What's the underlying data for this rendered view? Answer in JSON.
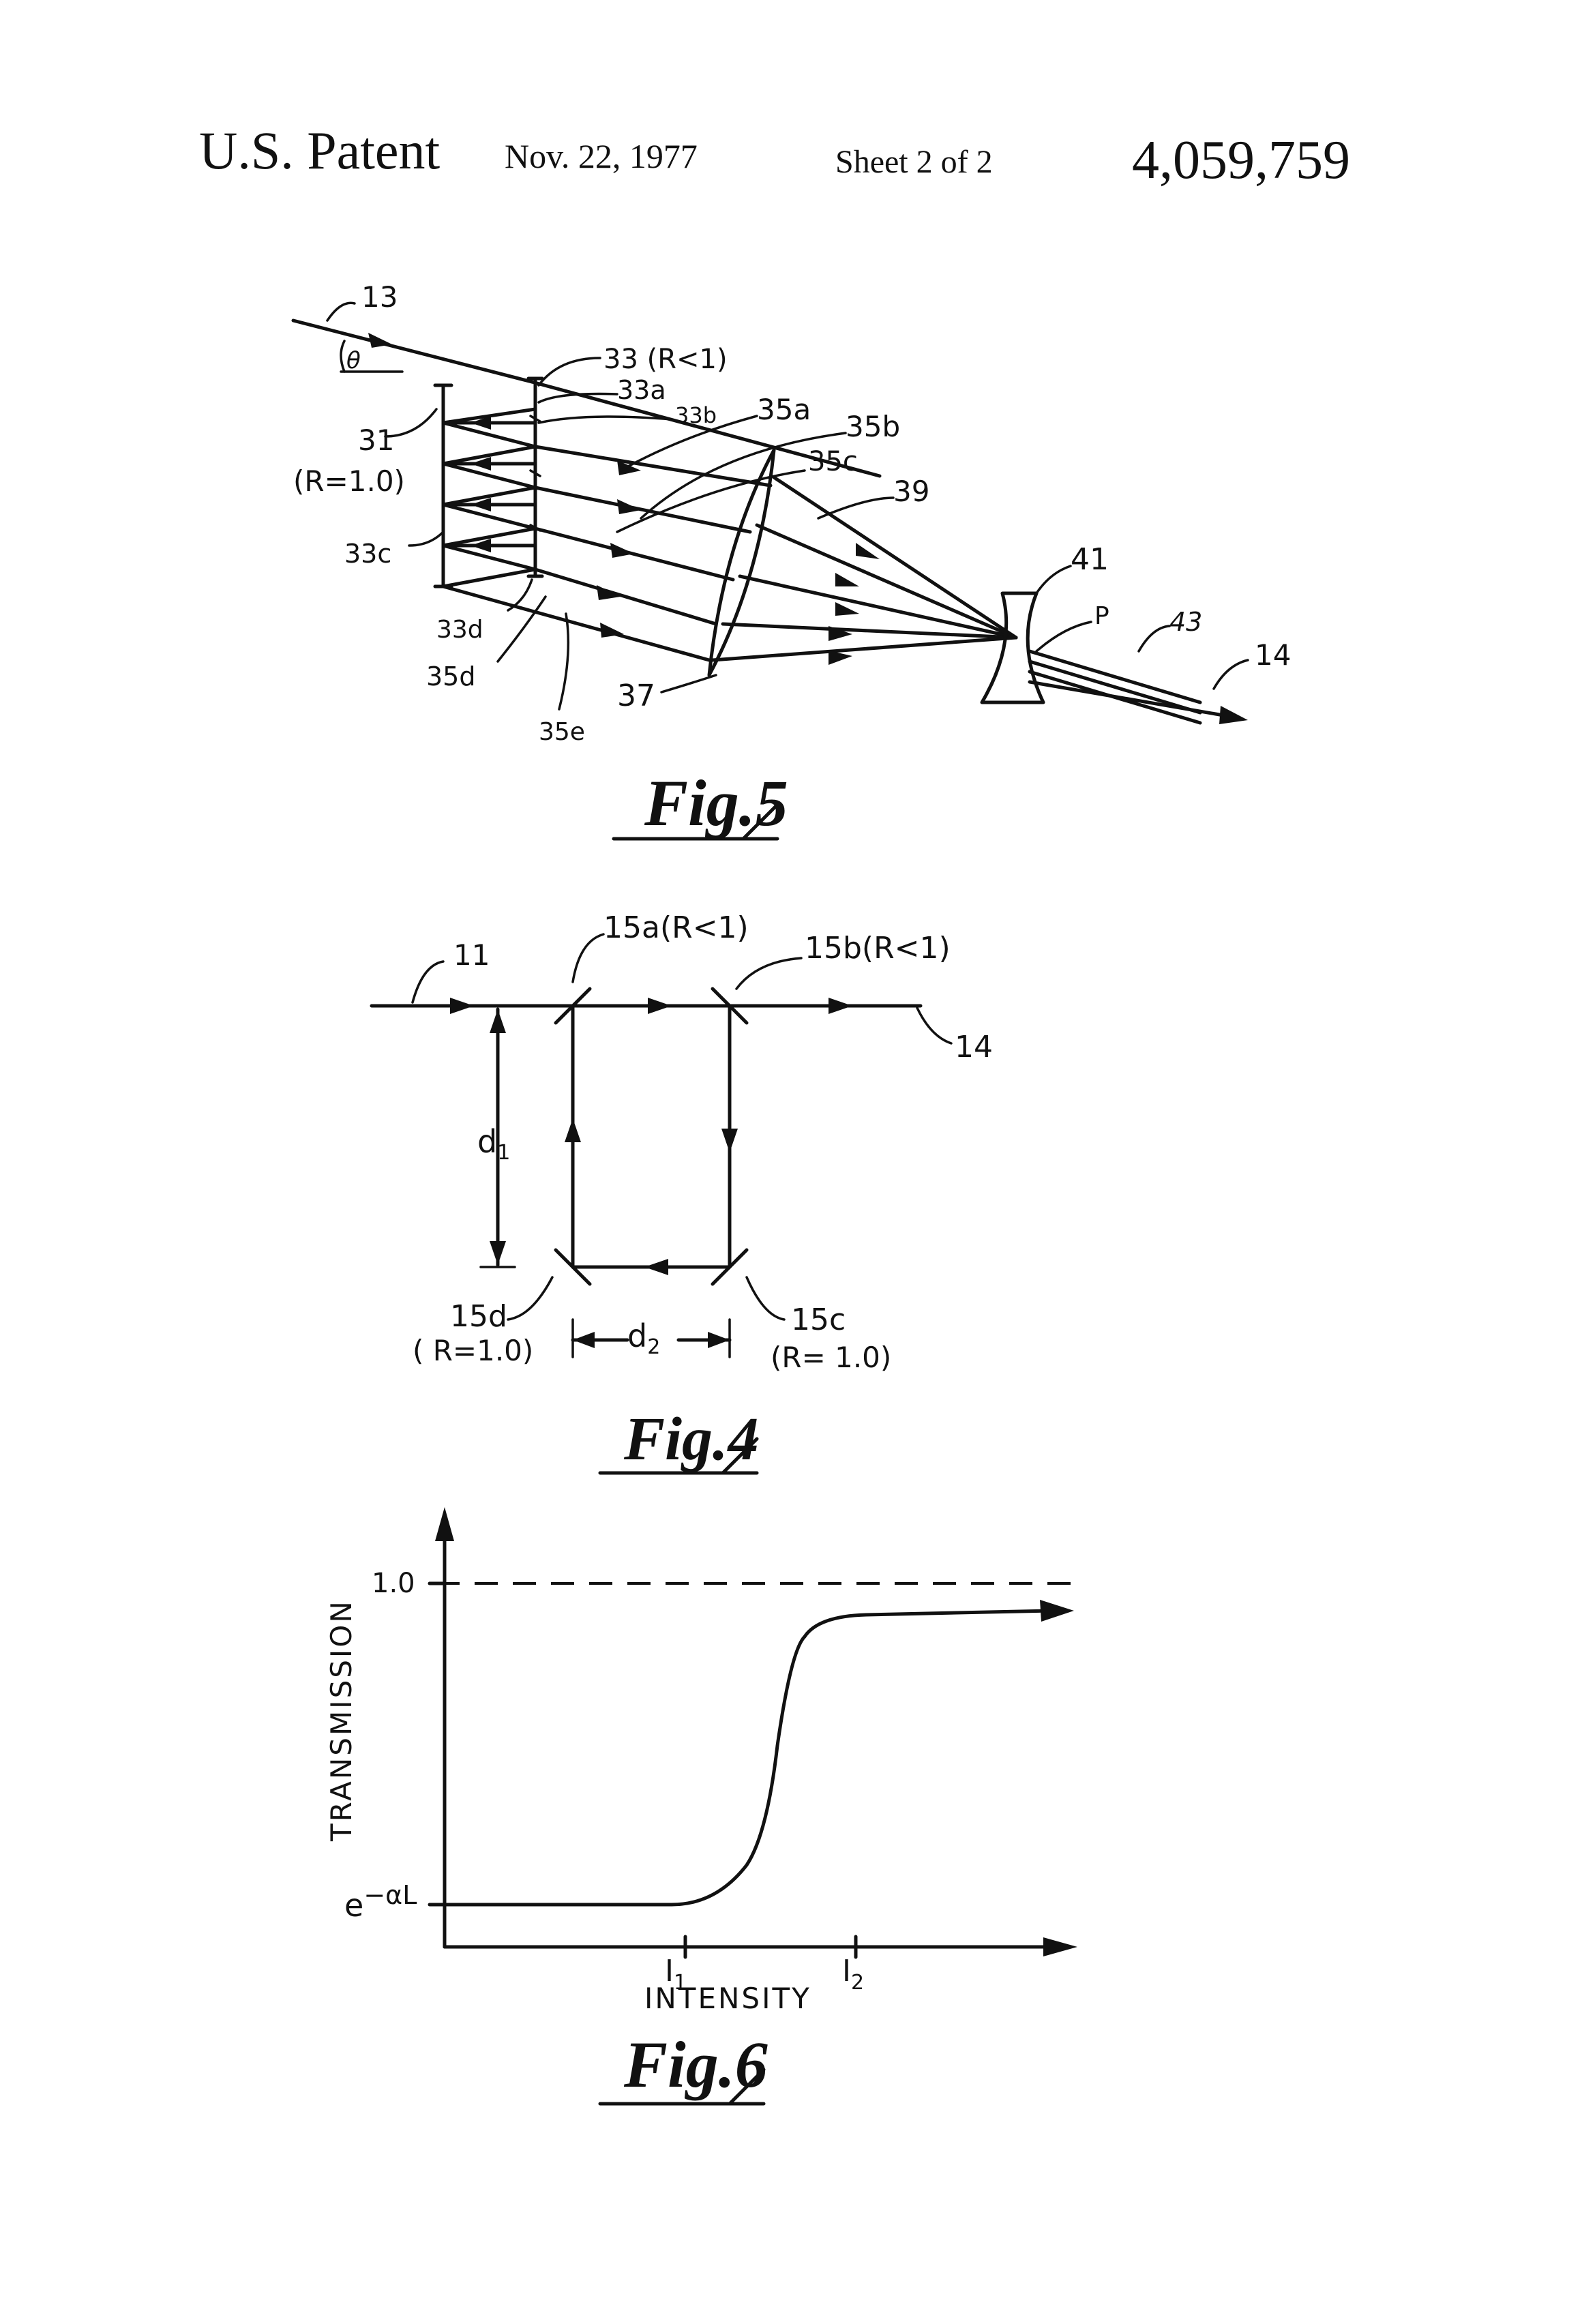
{
  "header": {
    "title": "U.S. Patent",
    "date": "Nov. 22, 1977",
    "sheet": "Sheet 2 of 2",
    "patent_number": "4,059,759"
  },
  "fig5": {
    "caption": "Fig.5",
    "labels": {
      "l13": "13",
      "theta": "θ",
      "l33": "33 (R<1)",
      "l33a": "33a",
      "l33b": "33b",
      "l35a": "35a",
      "l35b": "35b",
      "l31": "31",
      "r31": "(R=1.0)",
      "l35c": "35c",
      "l39": "39",
      "l33c": "33c",
      "l41": "41",
      "lP": "P",
      "l43": "43",
      "l14": "14",
      "l33d": "33d",
      "l35d": "35d",
      "l37": "37",
      "l35e": "35e"
    }
  },
  "fig4": {
    "caption": "Fig.4",
    "labels": {
      "l11": "11",
      "l15a": "15a(R<1)",
      "l15b": "15b(R<1)",
      "l14": "14",
      "d1": "d",
      "d1sub": "1",
      "d2": "d",
      "d2sub": "2",
      "l15d": "15d",
      "r15d": "( R=1.0)",
      "l15c": "15c",
      "r15c": "(R= 1.0)"
    }
  },
  "fig6": {
    "caption": "Fig.6",
    "labels": {
      "ylabel": "TRANSMISSION",
      "xlabel": "INTENSITY",
      "y_top": "1.0",
      "y_bottom": "e",
      "y_bottom_sup": "−αL",
      "i1": "I",
      "i1sub": "1",
      "i2": "I",
      "i2sub": "2"
    }
  }
}
